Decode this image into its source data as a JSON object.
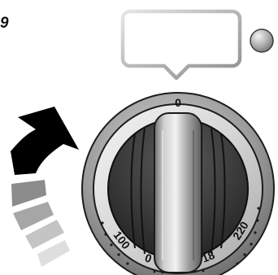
{
  "step_number": "9",
  "knob": {
    "top_label": "0",
    "dial_labels": [
      "100",
      "0",
      "18",
      "220"
    ]
  },
  "colors": {
    "arrow_main": "#000000",
    "arrow_segment_1": "#8c8c8c",
    "arrow_segment_2": "#a6a6a6",
    "arrow_segment_3": "#c4c4c4",
    "arrow_segment_4": "#dedede",
    "indicator_light": "#b8b8b8",
    "bezel": "#8a8a8a",
    "knob_face": "#333333",
    "grip": "#b0b0b0"
  },
  "icons": {
    "callout": "empty-speech-bubble",
    "light": "indicator-light",
    "arrow": "curved-arrow-clockwise"
  }
}
